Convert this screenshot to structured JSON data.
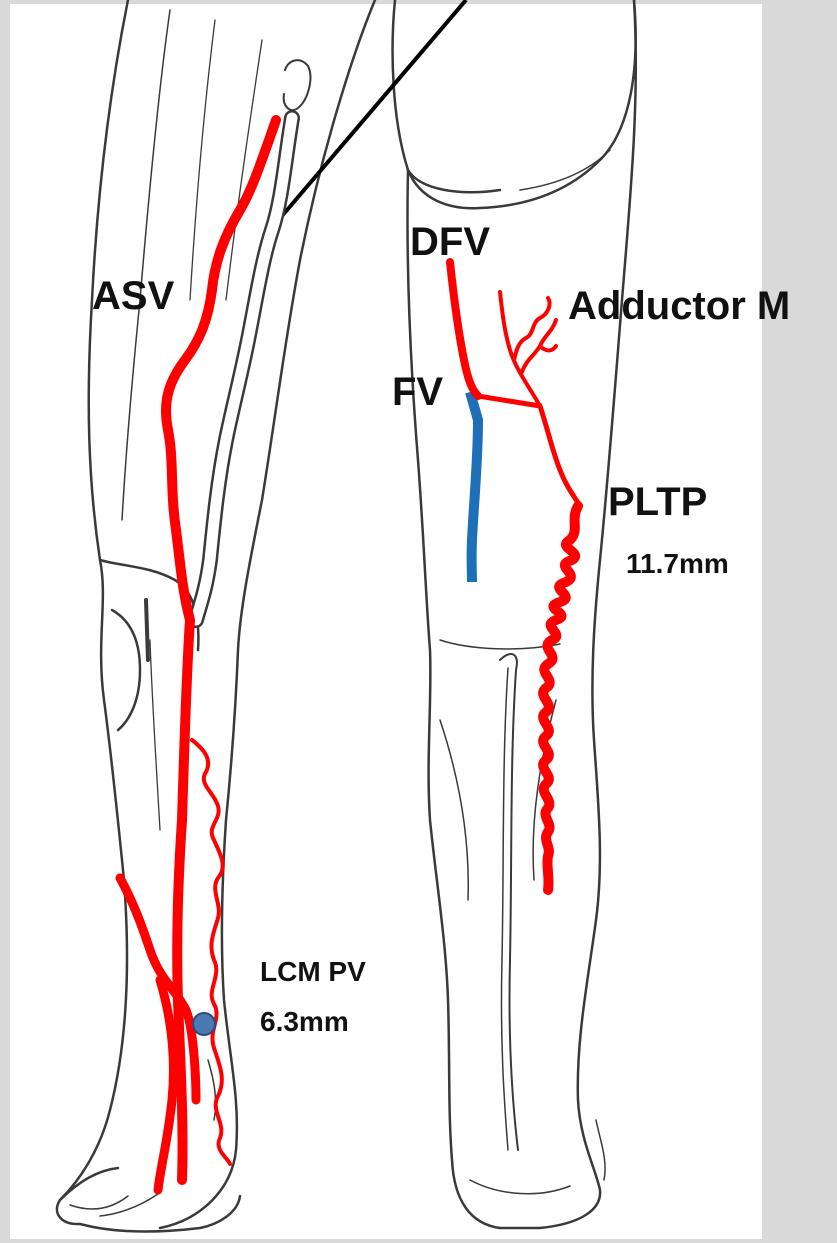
{
  "labels": {
    "asv": "ASV",
    "dfv": "DFV",
    "adductor": "Adductor M",
    "fv": "FV",
    "pltp": "PLTP",
    "pltp_size": "11.7mm",
    "lcm_pv": "LCM PV",
    "lcm_size": "6.3mm"
  },
  "colors": {
    "background": "#d9d9d9",
    "panel": "#ffffff",
    "outline": "#3a3a3a",
    "vein": "#ff0000",
    "femoral_vein": "#1f6fb8",
    "perforator": "#4a78b0",
    "white_vessel": "#ffffff"
  }
}
